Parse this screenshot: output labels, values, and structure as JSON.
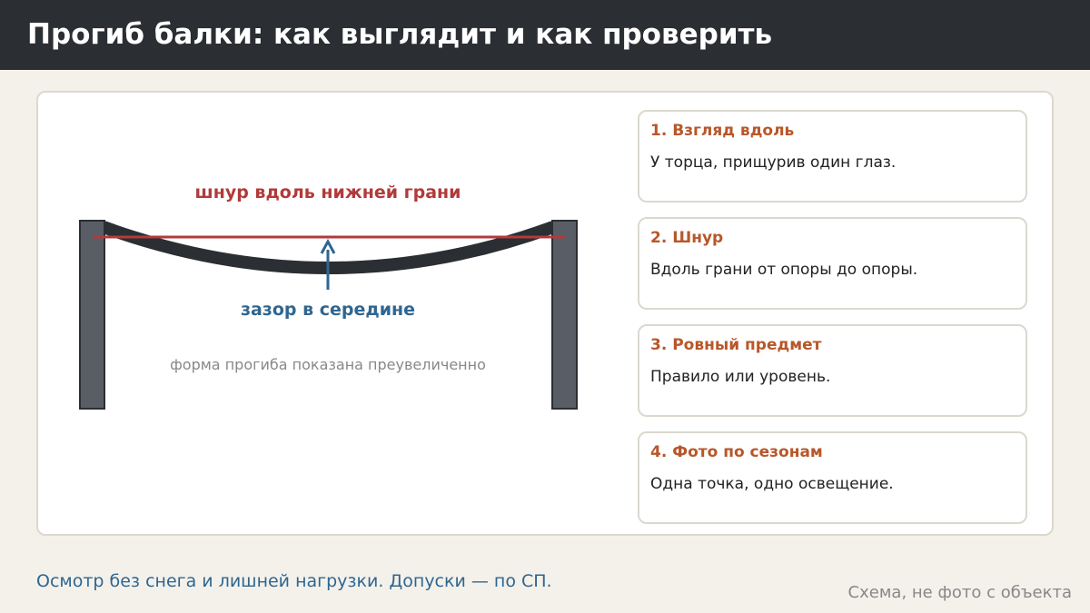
{
  "header": {
    "title": "Прогиб балки: как выглядит и как проверить"
  },
  "diagram": {
    "cord_label": "шнур вдоль нижней грани",
    "gap_label": "зазор в середине",
    "note": "форма прогиба показана преувеличенно"
  },
  "steps": [
    {
      "title": "1. Взгляд вдоль",
      "text": "У торца, прищурив один глаз."
    },
    {
      "title": "2. Шнур",
      "text": "Вдоль грани от опоры до опоры."
    },
    {
      "title": "3. Ровный предмет",
      "text": "Правило или уровень."
    },
    {
      "title": "4. Фото по сезонам",
      "text": "Одна точка, одно освещение."
    }
  ],
  "footer": {
    "note": "Осмотр без снега и лишней нагрузки. Допуски — по СП.",
    "caption": "Схема, не фото с объекта"
  },
  "colors": {
    "header_bg": "#2b2e33",
    "page_bg": "#f4f1eb",
    "cord": "#b23a3a",
    "gap": "#2f6690",
    "step_title": "#b8572a",
    "post": "#595e66",
    "beam": "#2b2e33"
  }
}
